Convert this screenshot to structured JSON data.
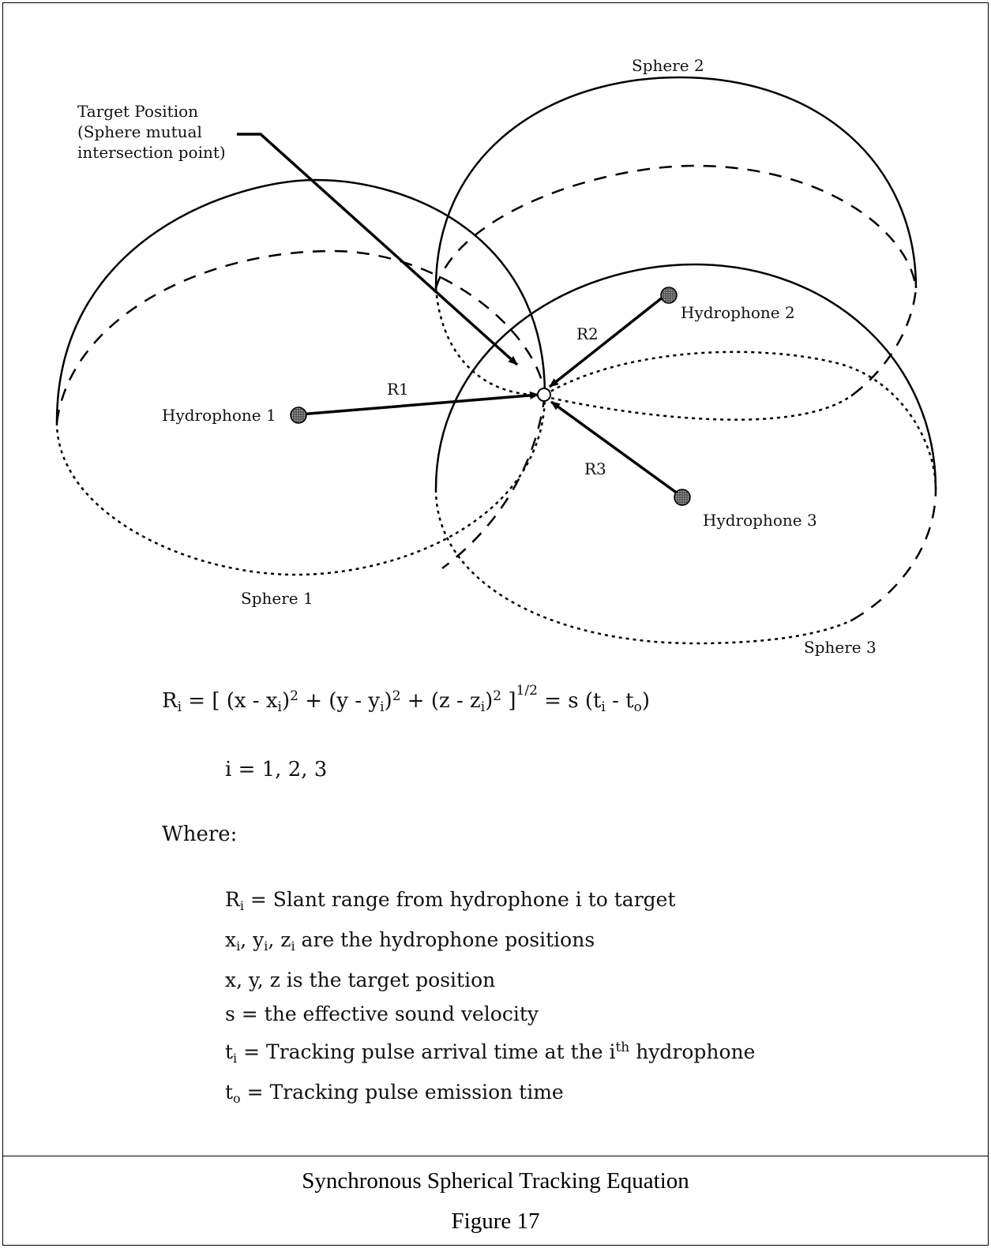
{
  "labels": {
    "target_line1": "Target Position",
    "target_line2": "(Sphere mutual",
    "target_line3": "intersection point)",
    "sphere1": "Sphere 1",
    "sphere2": "Sphere 2",
    "sphere3": "Sphere 3",
    "hydrophone1": "Hydrophone 1",
    "hydrophone2": "Hydrophone 2",
    "hydrophone3": "Hydrophone 3",
    "r1": "R1",
    "r2": "R2",
    "r3": "R3"
  },
  "equation": {
    "r": "R",
    "sub_i": "i",
    "open": "= [ (x - x",
    "part2": ")",
    "exp2": "2",
    "plus_y": " + (y - y",
    "plus_z": " + (z - z",
    "close_bracket": " ]",
    "exp_half": "1/2",
    "equals_s": "= s (t",
    "minus_t": " - t",
    "sub_o": "o",
    "close_paren": ")",
    "index": "i = 1, 2, 3",
    "where": "Where:"
  },
  "definitions": {
    "d1_text": " = Slant range from hydrophone i to target",
    "d2_text": " are the hydrophone positions",
    "d3": "x, y, z is the target position",
    "d4": "s = the effective sound velocity",
    "d5_text": " = Tracking pulse arrival time at the i",
    "d5_sup": "th",
    "d5_tail": " hydrophone",
    "d6_text": " = Tracking pulse emission time",
    "x": "x",
    "y": "y",
    "z": "z",
    "t": "t",
    "comma": ", "
  },
  "caption": {
    "title": "Synchronous Spherical Tracking Equation",
    "figure": "Figure 17"
  }
}
